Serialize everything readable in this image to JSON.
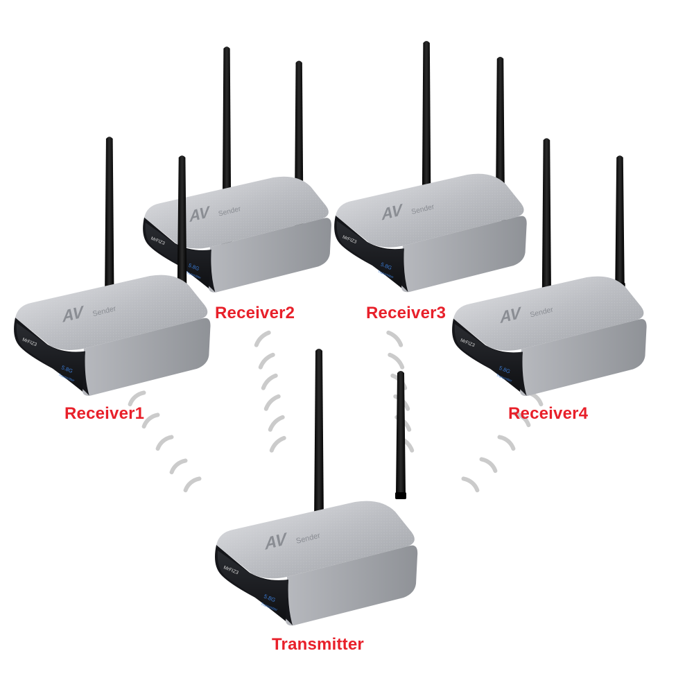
{
  "labels": {
    "receiver1": "Receiver1",
    "receiver2": "Receiver2",
    "receiver3": "Receiver3",
    "receiver4": "Receiver4",
    "transmitter": "Transmitter"
  },
  "device": {
    "brand_main": "AV",
    "brand_sub": "Sender",
    "model": "MrFIZ3",
    "band": "5.8G",
    "status": "Transmitter"
  },
  "colors": {
    "label": "#e8202a",
    "body_top": "#c9cbcf",
    "body_side": "#a9abb0",
    "face": "#1d1f24",
    "antenna": "#121212",
    "wave": "#c8c8c8",
    "led": "#3a7bd5"
  }
}
